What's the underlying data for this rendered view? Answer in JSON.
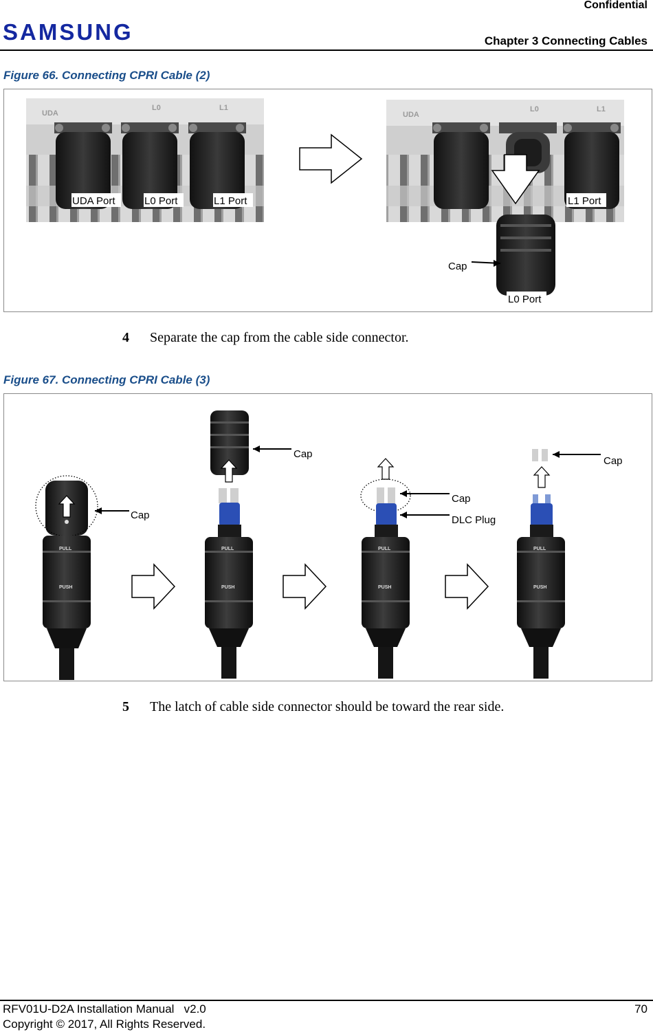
{
  "header": {
    "confidential": "Confidential",
    "logo_text": "SAMSUNG",
    "chapter": "Chapter 3 Connecting Cables"
  },
  "figure66": {
    "caption": "Figure 66. Connecting CPRI Cable (2)",
    "labels": {
      "uda_port": "UDA Port",
      "l0_port": "L0 Port",
      "l1_port": "L1 Port",
      "l1_port_right": "L1 Port",
      "cap": "Cap",
      "l0_port_bottom": "L0 Port",
      "panel_uda": "UDA",
      "panel_l0": "L0",
      "panel_l1": "L1"
    }
  },
  "step4": {
    "number": "4",
    "text": "Separate the cap from the cable side connector."
  },
  "figure67": {
    "caption": "Figure 67. Connecting CPRI Cable (3)",
    "labels": {
      "cap_1": "Cap",
      "cap_2": "Cap",
      "cap_3": "Cap",
      "dlc_plug": "DLC Plug",
      "cap_4": "Cap",
      "pull": "PULL",
      "push": "PUSH"
    }
  },
  "step5": {
    "number": "5",
    "text": "The latch of cable side connector should be toward the rear side."
  },
  "footer": {
    "manual": "RFV01U-D2A Installation Manual   v2.0",
    "copyright": "Copyright © 2017, All Rights Reserved.",
    "page": "70"
  },
  "colors": {
    "caption_blue": "#1a4e8a",
    "logo_blue": "#1428a0",
    "dlc_blue": "#2b4fb5"
  }
}
